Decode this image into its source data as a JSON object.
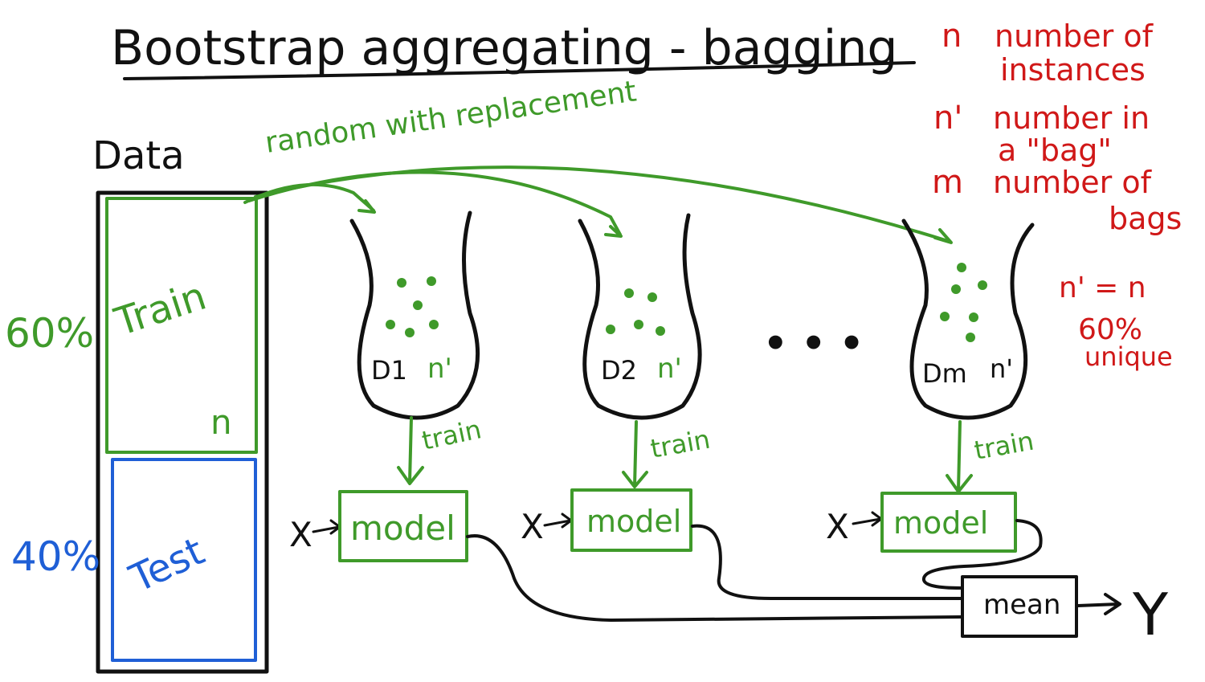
{
  "title": "Bootstrap aggregating - bagging",
  "data_label": "Data",
  "sampling_note": "random with replacement",
  "split": {
    "train_pct": "60%",
    "train_label": "Train",
    "train_n": "n",
    "test_pct": "40%",
    "test_label": "Test"
  },
  "bags": [
    {
      "name": "D1",
      "count": "n'",
      "train": "train",
      "model": "model",
      "input": "X"
    },
    {
      "name": "D2",
      "count": "n'",
      "train": "train",
      "model": "model",
      "input": "X"
    },
    {
      "name": "Dm",
      "count": "n'",
      "train": "train",
      "model": "model",
      "input": "X"
    }
  ],
  "ellipsis": "• • •",
  "aggregate": {
    "label": "mean",
    "output": "Y"
  },
  "legend": [
    {
      "symbol": "n",
      "desc_line1": "number of",
      "desc_line2": "instances"
    },
    {
      "symbol": "n'",
      "desc_line1": "number in",
      "desc_line2": "a \"bag\""
    },
    {
      "symbol": "m",
      "desc_line1": "number of",
      "desc_line2": "bags"
    }
  ],
  "relation": "n' = n",
  "unique_pct": "60%",
  "unique_label": "unique",
  "colors": {
    "ink": "#111111",
    "green": "#3f9a2a",
    "blue": "#1f5fd6",
    "red": "#d01818"
  }
}
